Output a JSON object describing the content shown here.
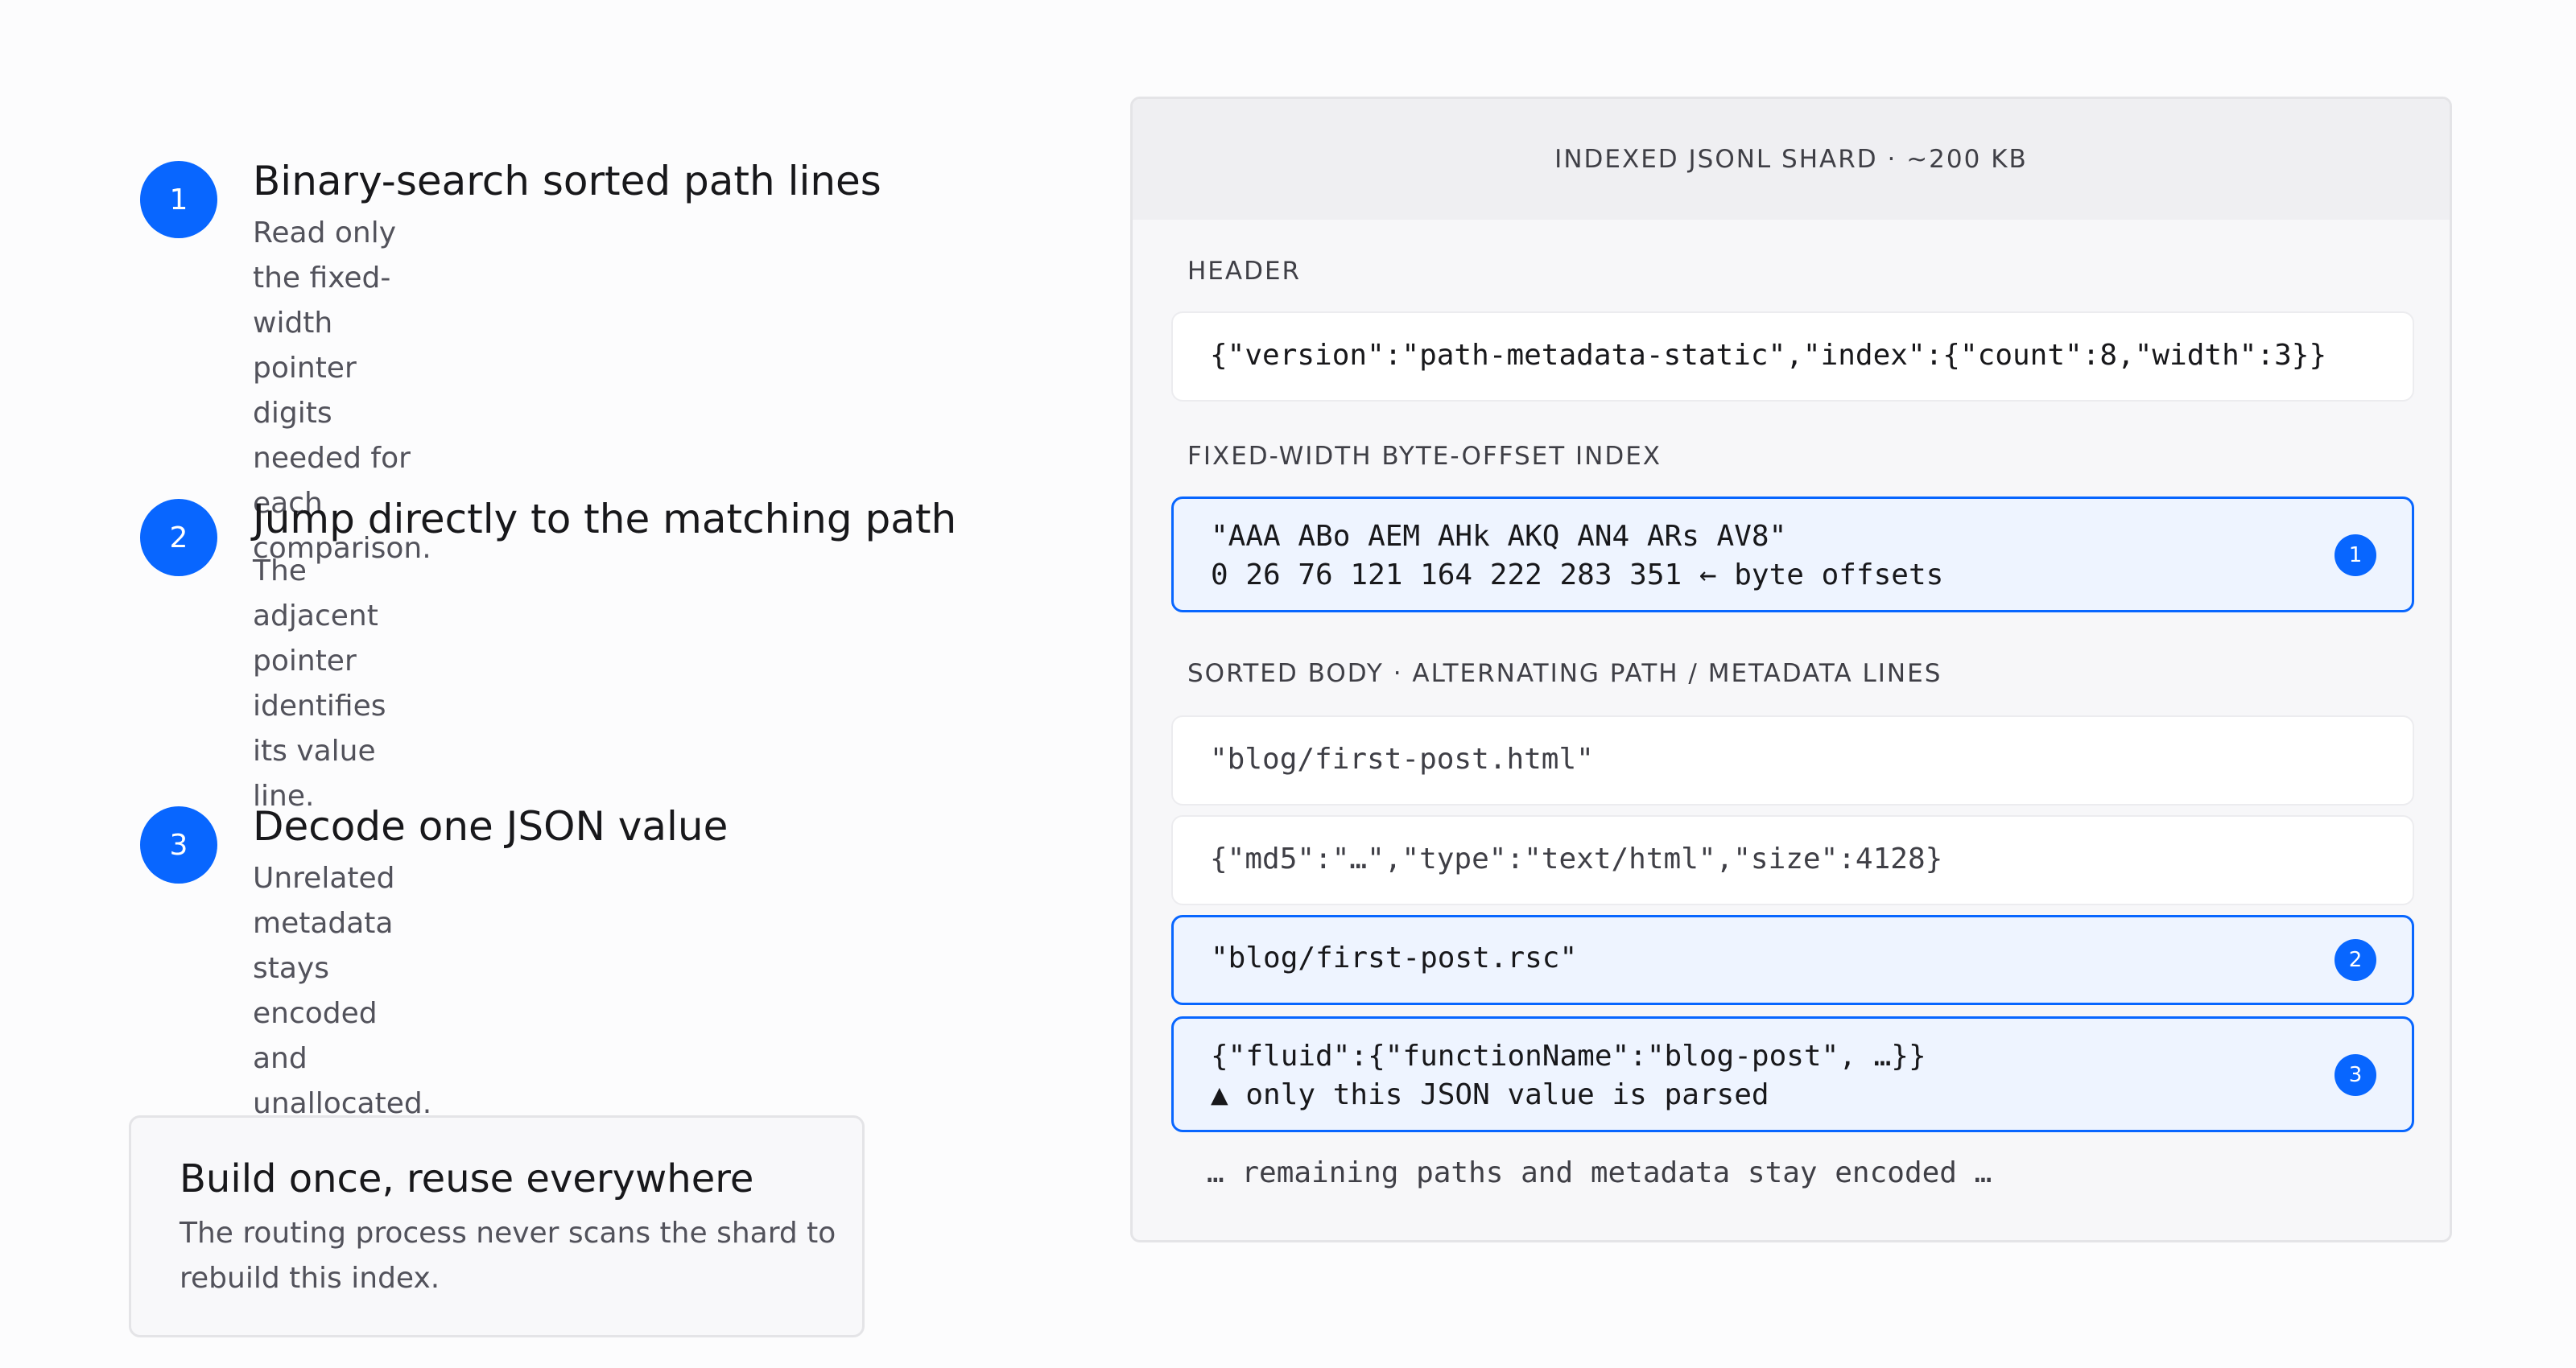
{
  "steps": [
    {
      "number": "1",
      "title": "Binary-search sorted path lines",
      "desc_lines": [
        "Read only the fixed-width pointer digits",
        "needed for each comparison."
      ]
    },
    {
      "number": "2",
      "title": "Jump directly to the matching path",
      "desc_lines": [
        "The adjacent pointer identifies its value line."
      ]
    },
    {
      "number": "3",
      "title": "Decode one JSON value",
      "desc_lines": [
        "Unrelated metadata stays encoded and unallocated."
      ]
    }
  ],
  "note": {
    "title": "Build once, reuse everywhere",
    "desc_lines": [
      "The routing process never scans the shard to",
      "rebuild this index."
    ]
  },
  "shard": {
    "title": "INDEXED JSONL SHARD · ~200 KB",
    "header_label": "HEADER",
    "header_line": "{\"version\":\"path-metadata-static\",\"index\":{\"count\":8,\"width\":3}}",
    "index_label": "FIXED-WIDTH BYTE-OFFSET INDEX",
    "index_lines": [
      "\"AAA ABo AEM AHk AKQ AN4 ARs AV8\"",
      "0 26 76 121 164 222 283 351 ← byte offsets"
    ],
    "index_badge": "1",
    "body_label": "SORTED BODY · ALTERNATING PATH / METADATA LINES",
    "body_rows": [
      {
        "text": "\"blog/first-post.html\""
      },
      {
        "text": "{\"md5\":\"…\",\"type\":\"text/html\",\"size\":4128}"
      },
      {
        "text": "\"blog/first-post.rsc\"",
        "badge": "2"
      },
      {
        "lines": [
          "{\"fluid\":{\"functionName\":\"blog-post\", …}}",
          "▲ only this JSON value is parsed"
        ],
        "badge": "3"
      }
    ],
    "footer": "… remaining paths and metadata stay encoded …"
  },
  "colors": {
    "accent": "#0866ff",
    "highlight_bg": "#eef4ff",
    "panel_bg": "#f7f7f9",
    "header_bg": "#efeff2"
  }
}
